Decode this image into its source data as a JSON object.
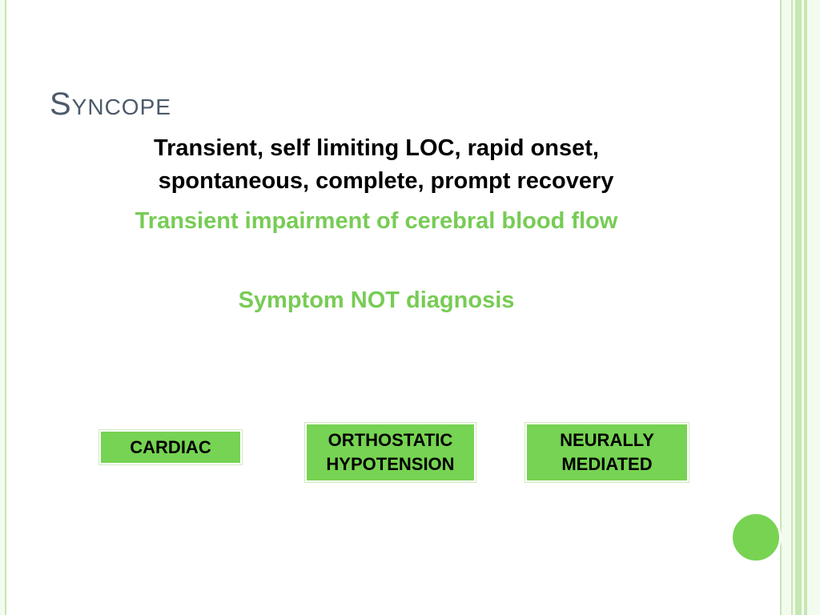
{
  "slide": {
    "title": "Syncope",
    "line1": "Transient, self limiting LOC, rapid onset,",
    "line2": "spontaneous, complete, prompt recovery",
    "line3": "Transient impairment of cerebral blood flow",
    "line4": "Symptom NOT diagnosis"
  },
  "categories": {
    "cardiac": "CARDIAC",
    "orthostatic_line1": "ORTHOSTATIC",
    "orthostatic_line2": "HYPOTENSION",
    "neurally_line1": "NEURALLY",
    "neurally_line2": "MEDIATED"
  },
  "colors": {
    "accent_green": "#76d353",
    "title_gray": "#4c5a6a",
    "frame_green": "#c6e7b3"
  }
}
